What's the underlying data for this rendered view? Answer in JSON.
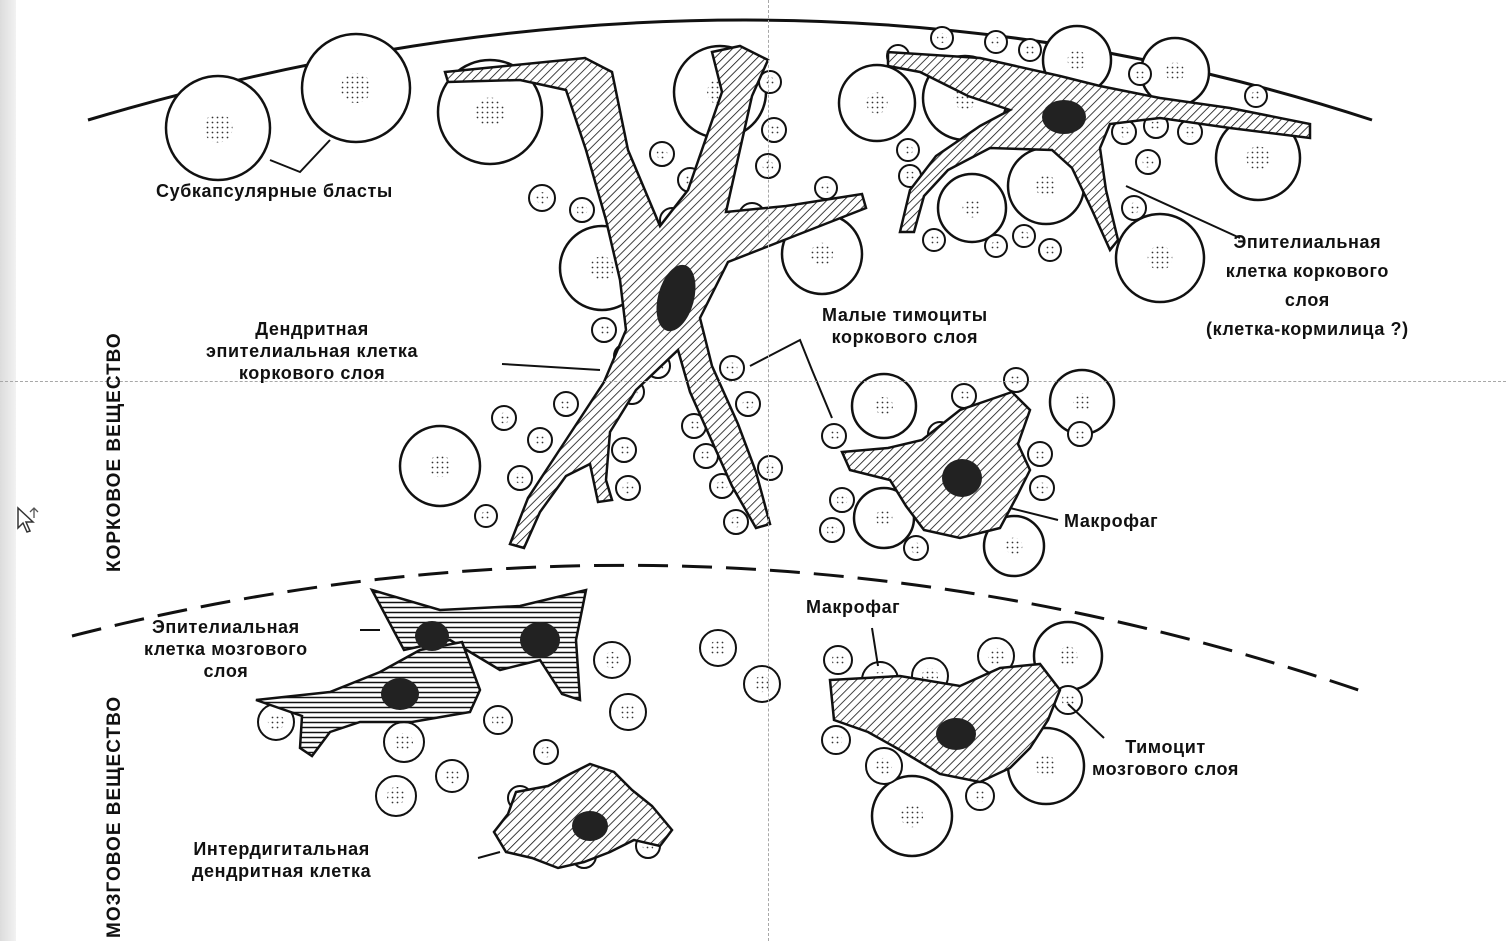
{
  "labels": {
    "subcapsular": "Субкапсулярные бласты",
    "dendritic_cortex": "Дендритная\nэпителиальная клетка\nкоркового слоя",
    "small_thymocytes": "Малые тимоциты\nкоркового слоя",
    "epithelial_cortex": "Эпителиальная\nклетка коркового\nслоя\n(клетка-кормилица ?)",
    "macrophage_cortex": "Макрофаг",
    "epithelial_medulla": "Эпителиальная\nклетка мозгового\nслоя",
    "macrophage_medulla": "Макрофаг",
    "thymocyte_medulla": "Тимоцит\nмозгового слоя",
    "interdigitating": "Интердигитальная\nдендритная клетка"
  },
  "regions": {
    "cortex": "КОРКОВОЕ ВЕЩЕСТВО",
    "medulla": "МОЗГОВОЕ ВЕЩЕСТВО"
  },
  "colors": {
    "line": "#111111",
    "guide": "#a8a8a8",
    "background": "#ffffff"
  },
  "icons": {
    "cursor": "move-cursor-icon"
  }
}
